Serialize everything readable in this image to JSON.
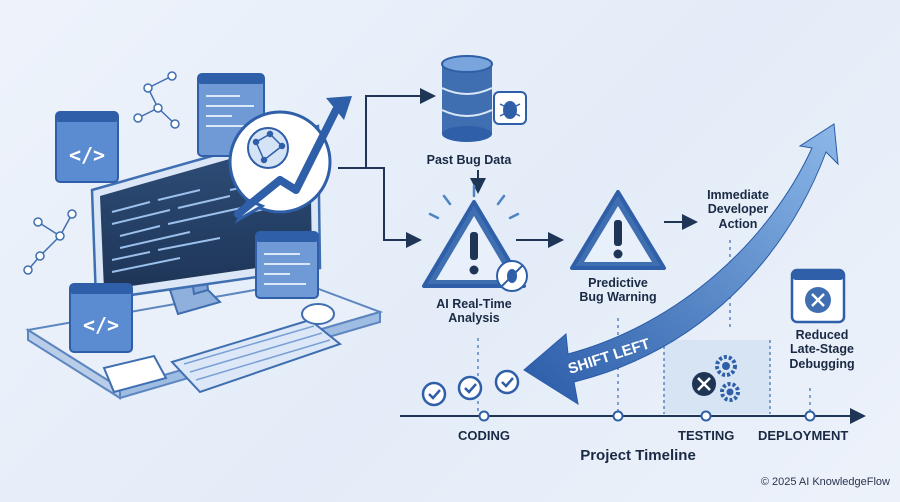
{
  "flow": {
    "past_bug_data": "Past Bug Data",
    "ai_analysis_line1": "AI Real-Time",
    "ai_analysis_line2": "Analysis",
    "predictive_line1": "Predictive",
    "predictive_line2": "Bug Warning",
    "immediate_line1": "Immediate",
    "immediate_line2": "Developer",
    "immediate_line3": "Action",
    "reduced_line1": "Reduced",
    "reduced_line2": "Late-Stage",
    "reduced_line3": "Debugging"
  },
  "shift_left": "SHIFT LEFT",
  "timeline": {
    "stages": [
      "CODING",
      "TESTING",
      "DEPLOYMENT"
    ],
    "title": "Project Timeline"
  },
  "copyright": "© 2025 AI KnowledgeFlow",
  "icons": [
    "code-window-icon",
    "network-graph-icon",
    "ai-brain-icon",
    "trend-arrow-icon",
    "database-icon",
    "bug-icon",
    "warning-triangle-icon",
    "checkmark-icon",
    "gear-icon",
    "error-x-icon",
    "monitor-icon",
    "keyboard-icon",
    "mouse-icon"
  ],
  "colors": {
    "primary": "#2f5fa8",
    "light": "#8fb3e0",
    "dark": "#1a2a44",
    "arrow": "#4f84c4"
  }
}
